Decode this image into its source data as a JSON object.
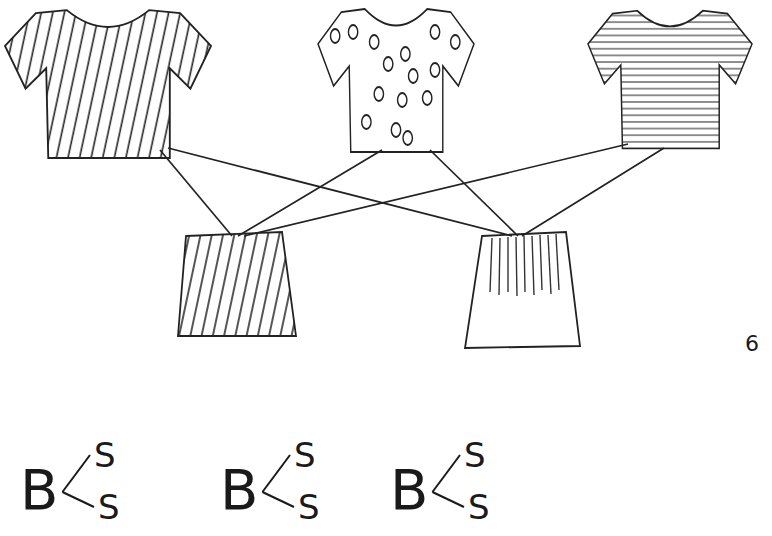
{
  "diagram": {
    "labels": [
      "6",
      "B",
      "S",
      "S",
      "B",
      "S",
      "S",
      "B",
      "S",
      "S"
    ]
  }
}
